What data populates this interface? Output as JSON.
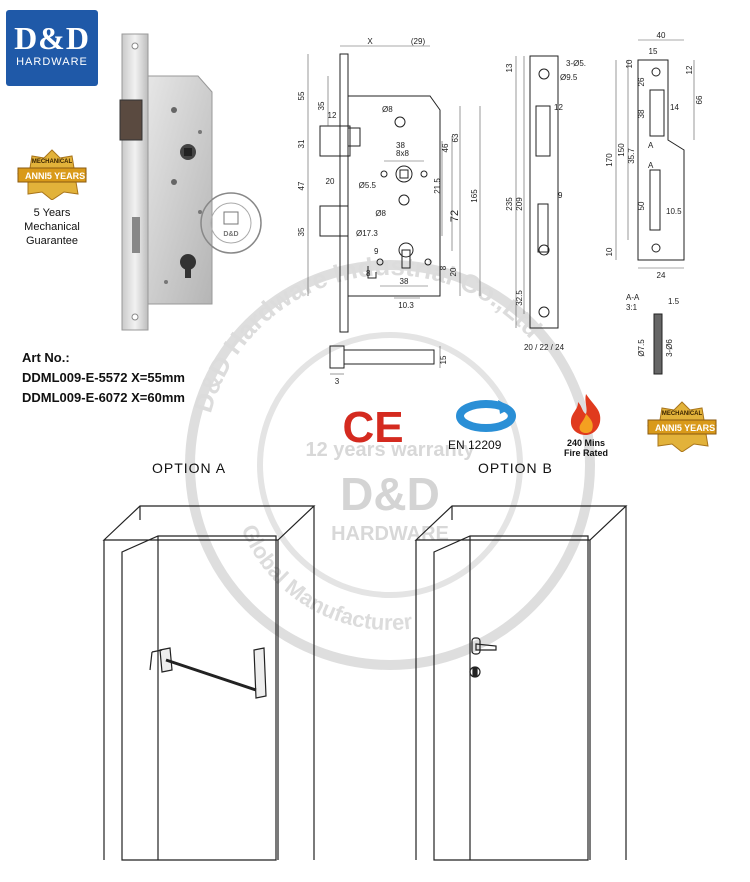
{
  "brand": {
    "name": "D&D",
    "subtitle": "HARDWARE"
  },
  "guarantee": {
    "badge_anni": "ANNI",
    "badge_years": "5 YEARS",
    "badge_top": "MECHANICAL",
    "text_line1": "5 Years",
    "text_line2": "Mechanical",
    "text_line3": "Guarantee"
  },
  "product": {
    "art_label": "Art No.:",
    "line1": "DDML009-E-5572  X=55mm",
    "line2": "DDML009-E-6072  X=60mm"
  },
  "certs": {
    "ce": "CE",
    "en": "EN 12209",
    "fire_line1": "240 Mins",
    "fire_line2": "Fire Rated"
  },
  "options": {
    "a": "OPTION  A",
    "b": "OPTION B"
  },
  "watermark": {
    "ring_top": "D&D Hardware Industrial Co.,Ltd",
    "middle": "12 years warranty",
    "brand": "D&D",
    "brand_sub": "HARDWARE",
    "ring_bottom": "Global Manufacturer"
  },
  "drawing": {
    "front": {
      "x": "X",
      "x29": "(29)",
      "d55": "55",
      "d35": "35",
      "d12": "12",
      "d31": "31",
      "d47": "47",
      "d20": "20",
      "d35b": "35",
      "o8a": "Ø8",
      "d38": "38",
      "d8x8": "8x8",
      "o55": "Ø5.5",
      "d46": "46",
      "d63": "63",
      "d215": "21.5",
      "d72": "72",
      "d165": "165",
      "o8b": "Ø8",
      "o173": "Ø17.3",
      "d9": "9",
      "d8": "8",
      "d20b": "20",
      "d8b": "8",
      "d38b": "38",
      "d103": "10.3"
    },
    "face": {
      "o55": "3-Ø5.5",
      "o95": "Ø9.5",
      "d13": "13",
      "d12": "12",
      "d235": "235",
      "d209": "209",
      "d9": "9",
      "d325": "32.5",
      "widths": "20 / 22 / 24"
    },
    "strike": {
      "d40": "40",
      "d15": "15",
      "d10": "10",
      "d12": "12",
      "d26": "26",
      "d38": "38",
      "d14": "14",
      "d66": "66",
      "d170": "170",
      "d150": "150",
      "d357": "35.7",
      "a1": "A",
      "a2": "A",
      "d50": "50",
      "d105": "10.5",
      "d10b": "10",
      "d24": "24"
    },
    "section": {
      "aa": "A-A",
      "scale": "3:1",
      "d15": "1.5",
      "o75": "Ø7.5",
      "o6": "3-Ø6"
    },
    "bolt": {
      "d15": "15",
      "d3": "3"
    }
  },
  "colors": {
    "brand_blue": "#1f59a8",
    "ce_red": "#d42a1f",
    "en_blue": "#2a8fd6",
    "fire_red": "#e03a1e",
    "badge_gold": "#c9921b"
  }
}
